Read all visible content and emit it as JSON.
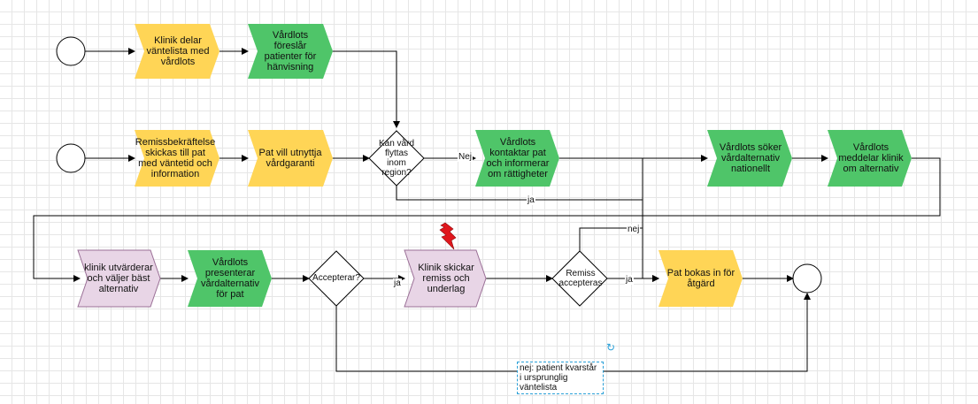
{
  "colors": {
    "yellow": "#ffd556",
    "green": "#4fc569",
    "pink": "#e8d5e6",
    "pink_stroke": "#9a6f96",
    "line": "#000000",
    "grid": "#e6e6e6",
    "bolt": "#e0161c"
  },
  "nodes": {
    "klinik_delar": "Klinik delar väntelista med vårdlots",
    "vardlots_foreslar": "Vårdlots föreslår patienter för hänvisning",
    "remissbekraftelse": "Remissbekräftelse skickas till pat med väntetid och information",
    "pat_vill": "Pat vill utnyttja vårdgaranti",
    "kan_vard": "Kan vård flyttas inom region?",
    "vardlots_kontaktar": "Vårdlots kontaktar pat och informerar om rättigheter",
    "vardlots_soker": "Vårdlots söker vårdalternativ nationellt",
    "vardlots_meddelar": "Vårdlots meddelar klinik om alternativ",
    "klinik_utvarderar": "klinik utvärderar och väljer bäst alternativ",
    "vardlots_presenterar": "Vårdlots presenterar vårdalternativ för pat",
    "accepterar": "Accepterar?",
    "klinik_skickar": "Klinik skickar remiss och underlag",
    "remiss_accepteras": "Remiss accepteras",
    "pat_bokas": "Pat bokas in för åtgärd"
  },
  "edges": {
    "nej_1": "Nej",
    "ja_1": "ja",
    "ja_2": "ja",
    "nej_2": "nej",
    "ja_3": "ja"
  },
  "note": "nej: patient kvarstår i ursprunglig väntelista",
  "icons": [
    "lightning-bolt-icon",
    "refresh-icon"
  ]
}
